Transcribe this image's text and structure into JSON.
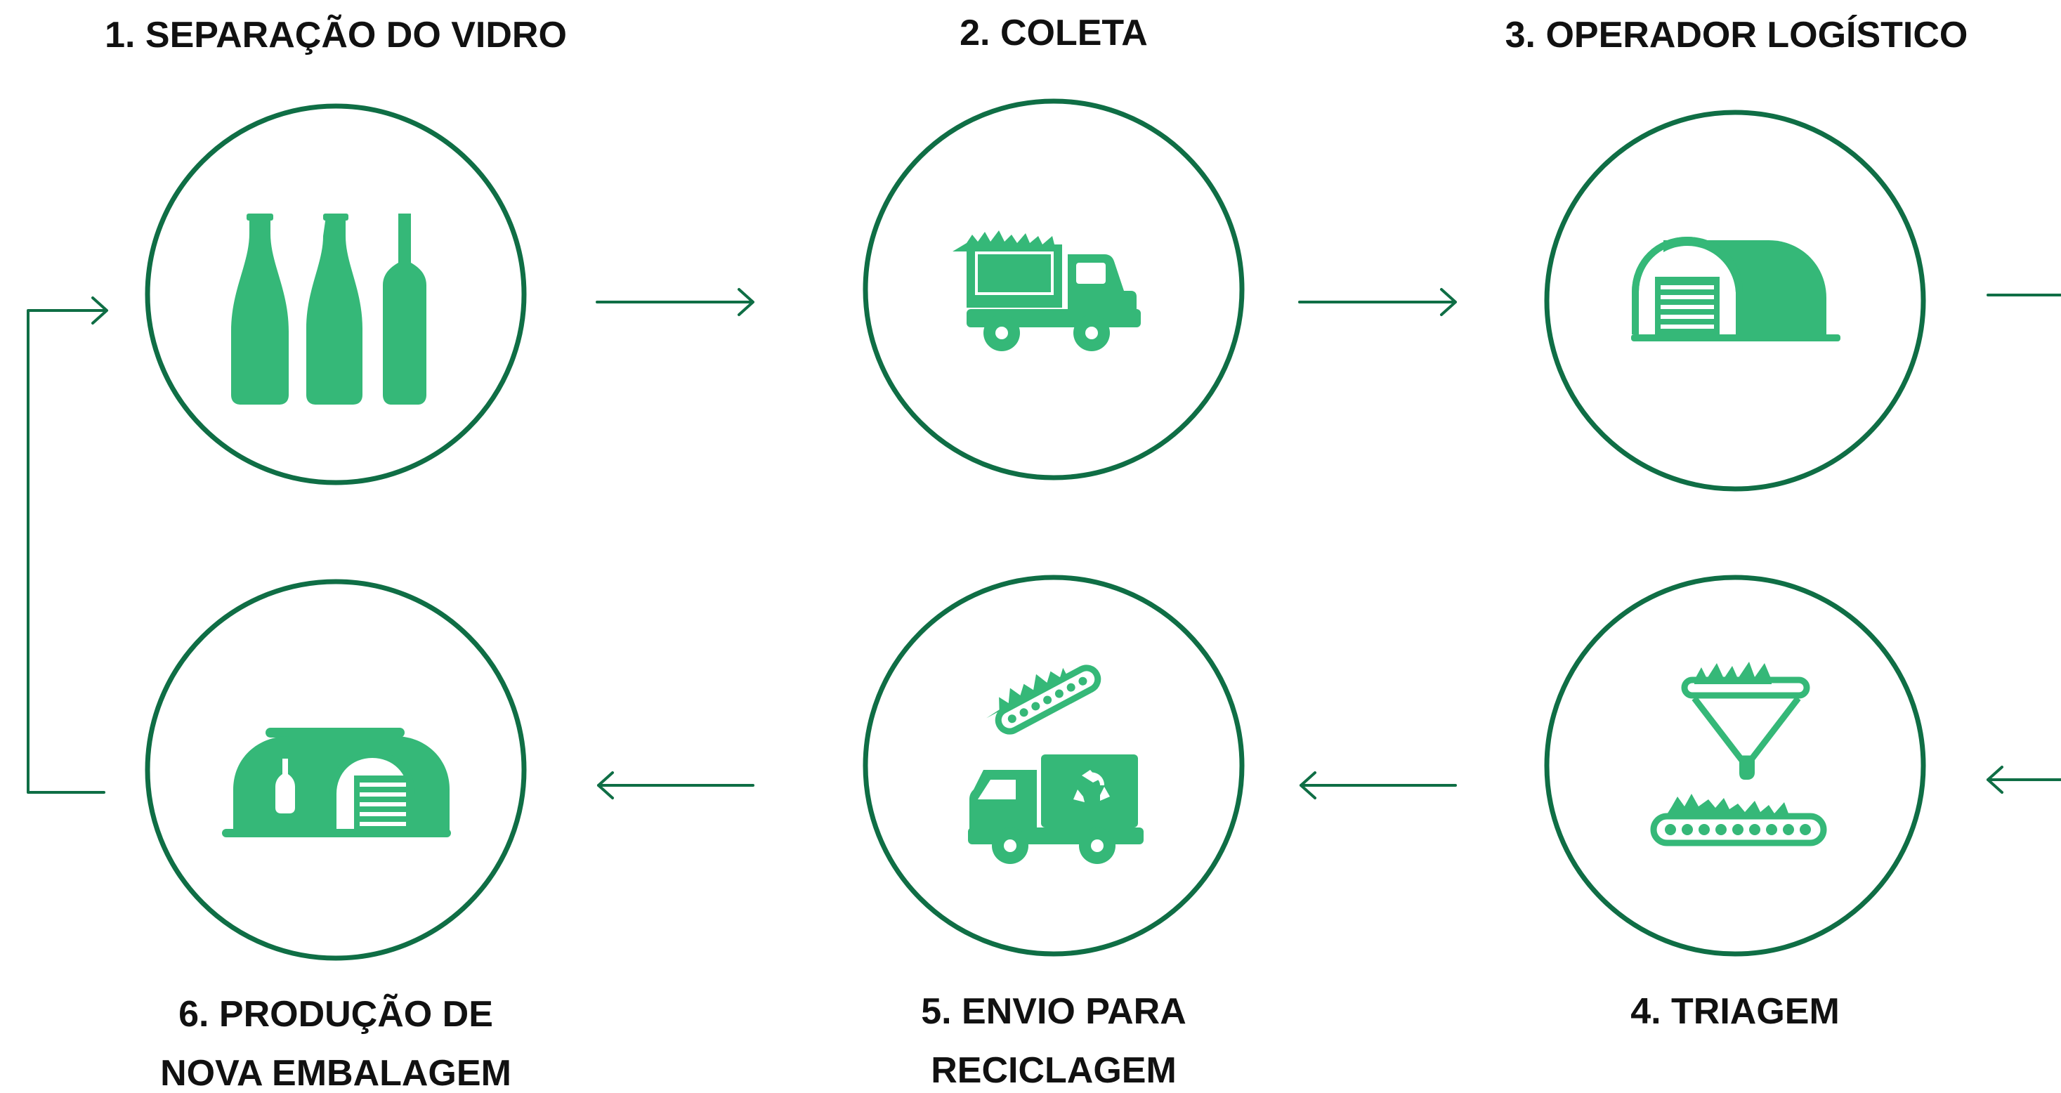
{
  "colors": {
    "ring": "#0f6e45",
    "icon": "#35b878",
    "text": "#111111",
    "background": "#ffffff"
  },
  "steps": [
    {
      "label_lines": [
        "1. SEPARAÇÃO DO VIDRO"
      ],
      "icon": "glass-bottles-icon"
    },
    {
      "label_lines": [
        "2. COLETA"
      ],
      "icon": "collection-truck-icon"
    },
    {
      "label_lines": [
        "3. OPERADOR LOGÍSTICO"
      ],
      "icon": "warehouse-icon"
    },
    {
      "label_lines": [
        "4. TRIAGEM"
      ],
      "icon": "sorting-funnel-conveyor-icon"
    },
    {
      "label_lines": [
        "5. ENVIO PARA",
        "RECICLAGEM"
      ],
      "icon": "recycling-truck-conveyor-icon"
    },
    {
      "label_lines": [
        "6. PRODUÇÃO DE",
        "NOVA EMBALAGEM"
      ],
      "icon": "glass-factory-icon"
    }
  ],
  "flow": [
    "1 → 2",
    "2 → 3",
    "3 → 4",
    "4 → 5",
    "5 → 6",
    "6 → 1"
  ]
}
